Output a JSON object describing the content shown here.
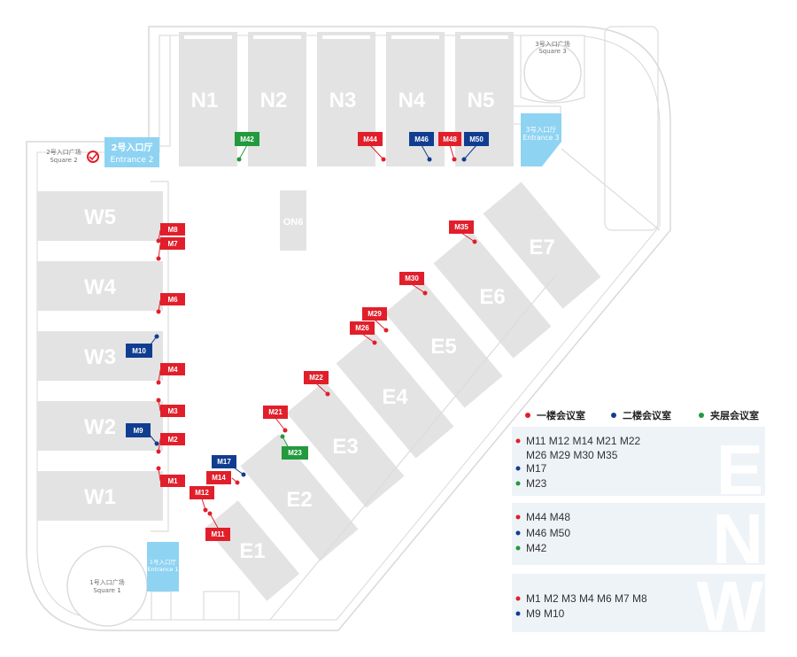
{
  "colors": {
    "hall": "#e3e3e3",
    "hall_dark": "#d6d6d6",
    "outline": "#d9d9d9",
    "entrance": "#8fd3f3",
    "red": "#e11f2b",
    "blue": "#113d90",
    "green": "#229a3d",
    "legend_bg": "#eef3f8"
  },
  "halls": {
    "N1": "N1",
    "N2": "N2",
    "N3": "N3",
    "N4": "N4",
    "N5": "N5",
    "W1": "W1",
    "W2": "W2",
    "W3": "W3",
    "W4": "W4",
    "W5": "W5",
    "E1": "E1",
    "E2": "E2",
    "E3": "E3",
    "E4": "E4",
    "E5": "E5",
    "E6": "E6",
    "E7": "E7",
    "ON6": "ON6"
  },
  "entrances": {
    "e1": {
      "cn": "1号入口厅",
      "en": "Entrance 1"
    },
    "e2": {
      "cn": "2号入口厅",
      "en": "Entrance 2"
    },
    "e3": {
      "cn": "3号入口厅",
      "en": "Entrance 3"
    }
  },
  "plazas": {
    "sq1": {
      "cn": "1号入口广场",
      "en": "Square 1"
    },
    "sq2": {
      "cn": "2号入口广场",
      "en": "Square 2"
    },
    "sq3": {
      "cn": "3号入口广场",
      "en": "Square 3"
    }
  },
  "legend": {
    "floor1": "一楼会议室",
    "floor2": "二楼会议室",
    "mezzanine": "夹层会议室",
    "east": {
      "red_line1": "M11 M12 M14 M21 M22",
      "red_line2": "M26 M29 M30 M35",
      "blue": "M17",
      "green": "M23",
      "watermark": "E"
    },
    "north": {
      "red": "M44 M48",
      "blue": "M46 M50",
      "green": "M42",
      "watermark": "N"
    },
    "west": {
      "red": "M1 M2 M3 M4 M6 M7 M8",
      "blue": "M9 M10",
      "watermark": "W"
    }
  },
  "rooms": {
    "M1": "M1",
    "M2": "M2",
    "M3": "M3",
    "M4": "M4",
    "M6": "M6",
    "M7": "M7",
    "M8": "M8",
    "M9": "M9",
    "M10": "M10",
    "M11": "M11",
    "M12": "M12",
    "M14": "M14",
    "M17": "M17",
    "M21": "M21",
    "M22": "M22",
    "M23": "M23",
    "M26": "M26",
    "M29": "M29",
    "M30": "M30",
    "M35": "M35",
    "M42": "M42",
    "M44": "M44",
    "M46": "M46",
    "M48": "M48",
    "M50": "M50"
  }
}
